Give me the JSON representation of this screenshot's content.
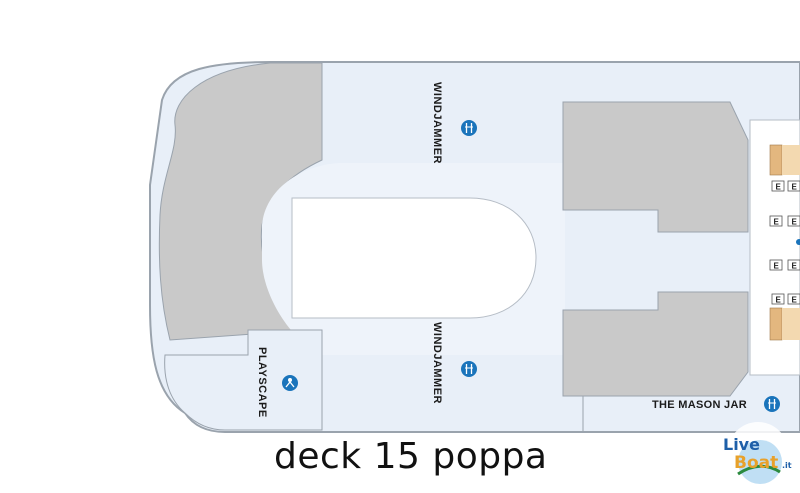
{
  "caption": "deck 15 poppa",
  "venues": {
    "windjammer_top": "WINDJAMMER",
    "windjammer_bottom": "WINDJAMMER",
    "playscape": "PLAYSCAPE",
    "mason_jar": "THE MASON JAR"
  },
  "icons": {
    "dining": "fork-knife-icon",
    "kids": "kids-zone-icon",
    "elevator": "elevator-icon"
  },
  "elevator_label": "E",
  "watermark": {
    "line1": "Live",
    "line2": "Boat",
    "suffix": ".it"
  },
  "colors": {
    "deck_floor": "#e8eff8",
    "deck_outline": "#9aa3ad",
    "structure_gray": "#c9c9c9",
    "venue_icon": "#1a74bb",
    "stair_tan": "#e3b77f"
  }
}
